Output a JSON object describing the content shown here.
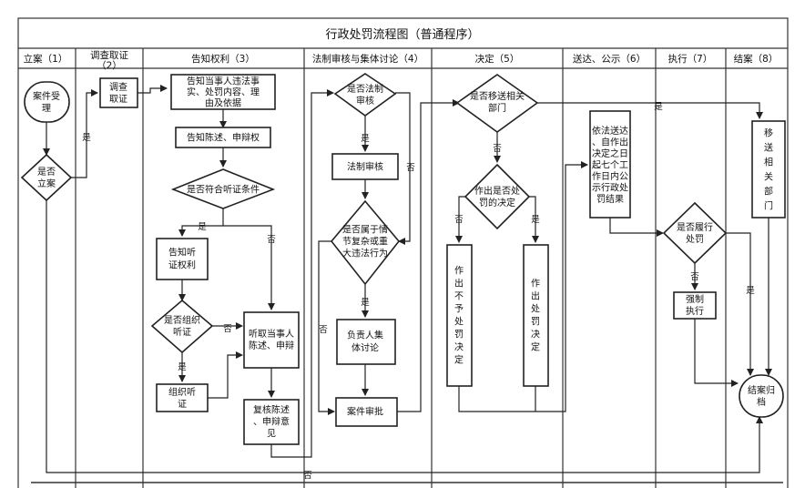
{
  "title": "行政处罚流程图（普通程序）",
  "lanes": [
    "立案（1）",
    "调查取证（2）",
    "告知权利（3）",
    "法制审核与集体讨论（4）",
    "决定（5）",
    "送达、公示（6）",
    "执行（7）",
    "结案（8）"
  ],
  "nodes": {
    "accept": "案件受理",
    "whether_file": "是否立案",
    "investigate": "调查取证",
    "notify_facts": "告知当事人违法事实、处罚内容、理由及依据",
    "notify_statement": "告知陈述、申辩权",
    "hearing_condition": "是否符合听证条件",
    "notify_hearing": "告知听证权利",
    "organize_hearing_q": "是否组织听证",
    "organize_hearing": "组织听证",
    "hear_statement": "听取当事人陈述、申辩",
    "review_statement": "复核陈述、申辩意见",
    "legal_review_q": "是否法制审核",
    "legal_review": "法制审核",
    "complex_case_q": "是否属于情节复杂或重大违法行为",
    "collective_discussion": "负责人集体讨论",
    "case_approval": "案件审批",
    "transfer_q": "是否移送相关部门",
    "penalty_decision_q": "作出是否处罚的决定",
    "no_penalty": "作出不予处罚决定",
    "penalty": "作出处罚决定",
    "publicize": "依法送达、自作出决定之日起七个工作日内公示行政处罚结果",
    "fulfill_q": "是否履行处罚",
    "enforce": "强制执行",
    "transfer_dept": "移送相关部门",
    "archive": "结案归档"
  },
  "edge_labels": {
    "yes": "是",
    "no": "否"
  }
}
